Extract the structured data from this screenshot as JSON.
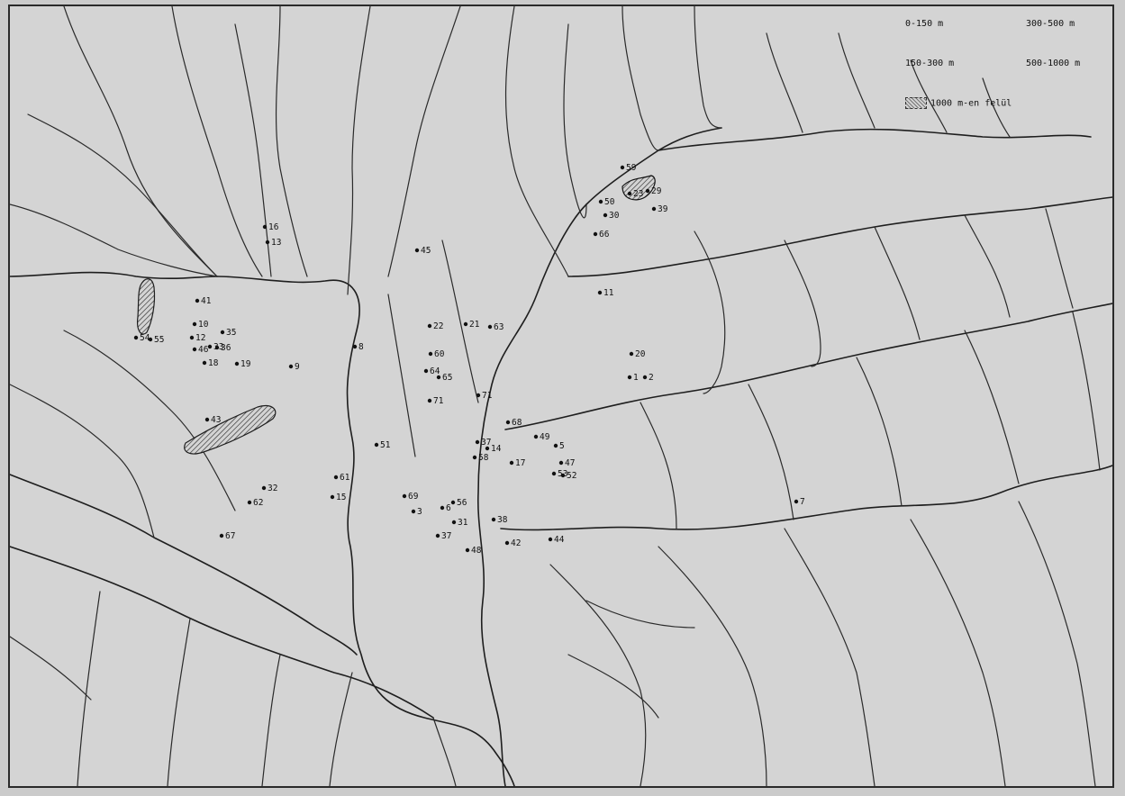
{
  "legend": {
    "elev_0_150": "0-150 m",
    "elev_150_300": "150-300 m",
    "elev_300_500": "300-500 m",
    "elev_500_1000": "500-1000 m",
    "elev_over_1000": "1000 m-en felül"
  },
  "colors": {
    "ink": "#1e1e1e",
    "paper": "#d4d4d4"
  },
  "sites": [
    {
      "label": "16"
    },
    {
      "label": "13"
    },
    {
      "label": "45"
    },
    {
      "label": "41"
    },
    {
      "label": "54"
    },
    {
      "label": "55"
    },
    {
      "label": "10"
    },
    {
      "label": "12"
    },
    {
      "label": "46"
    },
    {
      "label": "33"
    },
    {
      "label": "35"
    },
    {
      "label": "36"
    },
    {
      "label": "18"
    },
    {
      "label": "19"
    },
    {
      "label": "9"
    },
    {
      "label": "8"
    },
    {
      "label": "22"
    },
    {
      "label": "21"
    },
    {
      "label": "63"
    },
    {
      "label": "60"
    },
    {
      "label": "64"
    },
    {
      "label": "65"
    },
    {
      "label": "71"
    },
    {
      "label": "71"
    },
    {
      "label": "43"
    },
    {
      "label": "51"
    },
    {
      "label": "68"
    },
    {
      "label": "37"
    },
    {
      "label": "14"
    },
    {
      "label": "58"
    },
    {
      "label": "17"
    },
    {
      "label": "61"
    },
    {
      "label": "32"
    },
    {
      "label": "62"
    },
    {
      "label": "69"
    },
    {
      "label": "3"
    },
    {
      "label": "6"
    },
    {
      "label": "56"
    },
    {
      "label": "31"
    },
    {
      "label": "37"
    },
    {
      "label": "38"
    },
    {
      "label": "42"
    },
    {
      "label": "44"
    },
    {
      "label": "48"
    },
    {
      "label": "67"
    },
    {
      "label": "49"
    },
    {
      "label": "5"
    },
    {
      "label": "47"
    },
    {
      "label": "53"
    },
    {
      "label": "52"
    },
    {
      "label": "1"
    },
    {
      "label": "2"
    },
    {
      "label": "20"
    },
    {
      "label": "11"
    },
    {
      "label": "59"
    },
    {
      "label": "50"
    },
    {
      "label": "23"
    },
    {
      "label": "29"
    },
    {
      "label": "30"
    },
    {
      "label": "39"
    },
    {
      "label": "66"
    },
    {
      "label": "7"
    },
    {
      "label": "15"
    }
  ]
}
